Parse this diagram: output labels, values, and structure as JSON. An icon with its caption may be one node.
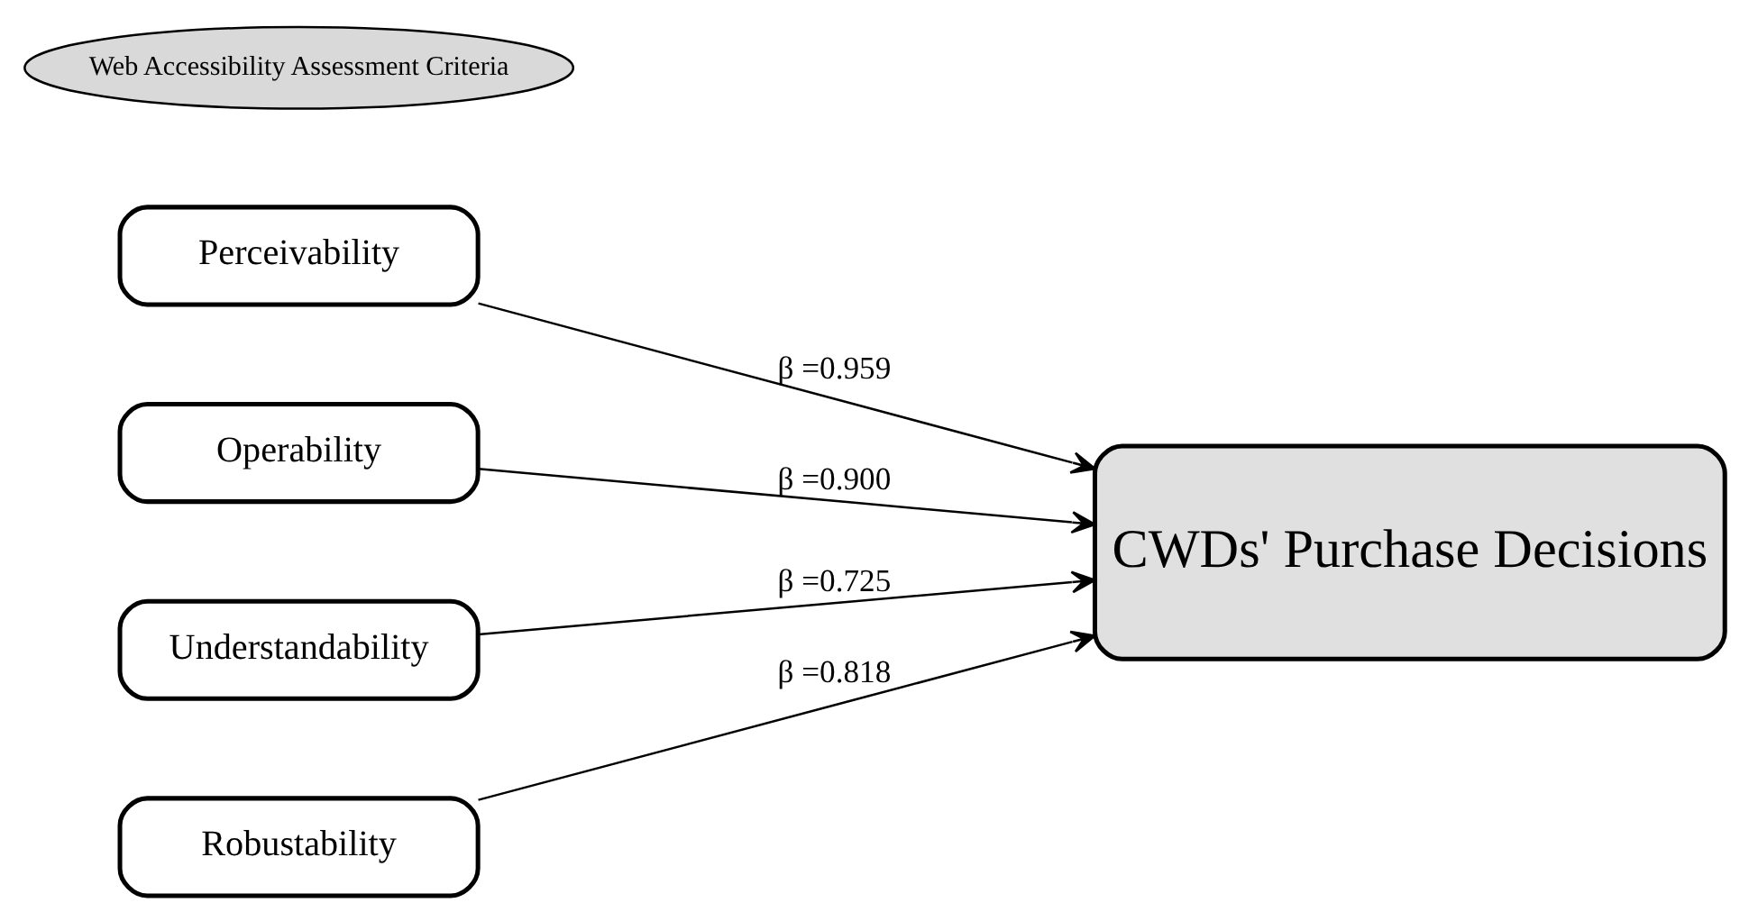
{
  "diagram": {
    "nodes": [
      {
        "text": [
          "Web Accessibility Assessment Criteria"
        ]
      },
      {
        "text": [
          "Perceivability"
        ]
      },
      {
        "text": [
          "Operability"
        ]
      },
      {
        "text": [
          "Understandability"
        ]
      },
      {
        "text": [
          "Robustability"
        ]
      },
      {
        "text": [
          "CWDs' Purchase Decisions"
        ]
      }
    ],
    "edges": [
      {
        "from": 1,
        "to": 5,
        "arrow": "to",
        "label": "β =0.959"
      },
      {
        "from": 2,
        "to": 5,
        "arrow": "to",
        "label": "β =0.900"
      },
      {
        "from": 3,
        "to": 5,
        "arrow": "to",
        "label": "β =0.725"
      },
      {
        "from": 4,
        "to": 5,
        "arrow": "to",
        "label": "β =0.818"
      }
    ]
  }
}
